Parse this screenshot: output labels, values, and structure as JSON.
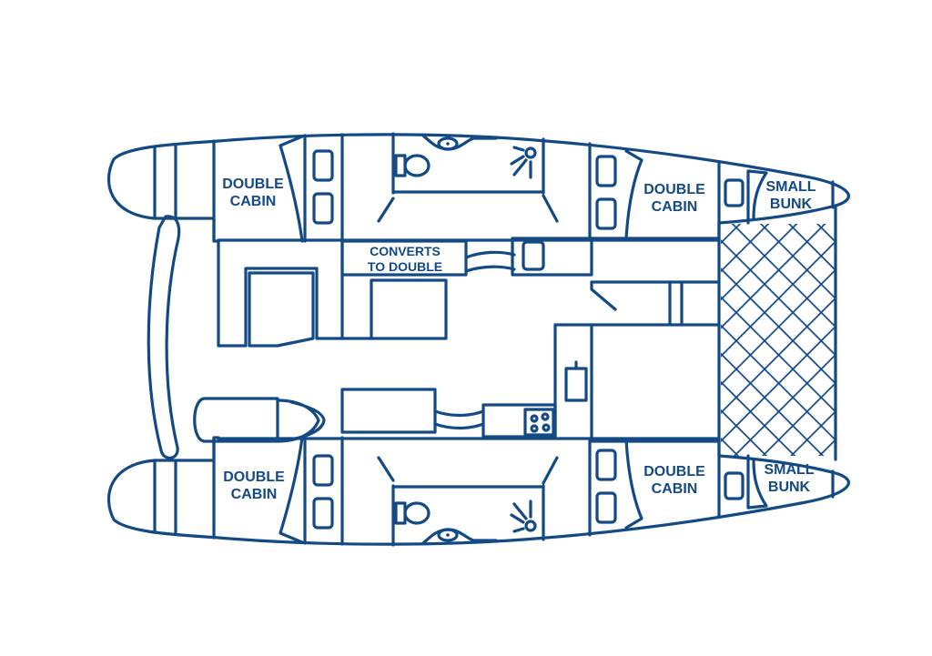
{
  "colors": {
    "line": "#134a85"
  },
  "labels": {
    "top_left_cabin": [
      "DOUBLE",
      "CABIN"
    ],
    "top_right_cabin": [
      "DOUBLE",
      "CABIN"
    ],
    "top_bunk": [
      "SMALL",
      "BUNK"
    ],
    "bottom_left_cabin": [
      "DOUBLE",
      "CABIN"
    ],
    "bottom_right_cabin": [
      "DOUBLE",
      "CABIN"
    ],
    "bottom_bunk": [
      "SMALL",
      "BUNK"
    ],
    "convertible": [
      "CONVERTS",
      "TO DOUBLE"
    ]
  }
}
